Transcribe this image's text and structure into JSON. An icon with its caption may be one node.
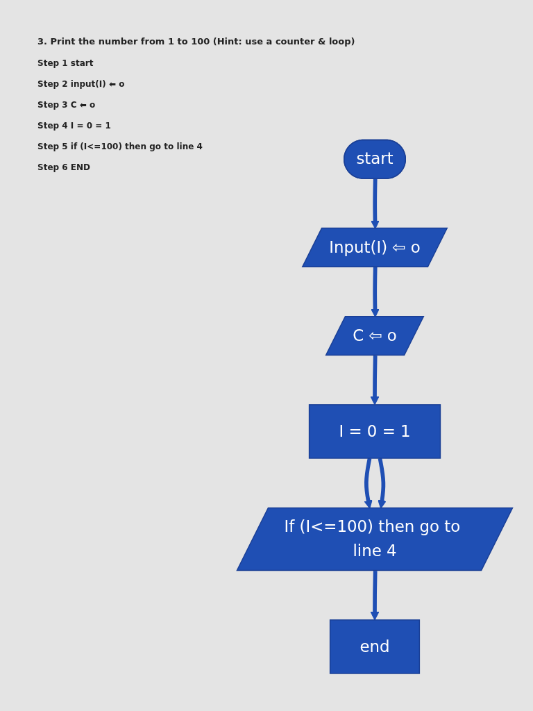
{
  "diagram": {
    "title": "3. Print the number from 1 to 100 (Hint: use a counter & loop)",
    "nodes": [
      {
        "text": [
          "start"
        ]
      },
      {
        "text": [
          "Input(I) ⇦ o"
        ]
      },
      {
        "text": [
          "C ⇦ o"
        ]
      },
      {
        "text": [
          "I = 0 = 1"
        ]
      },
      {
        "text": [
          "If (I<=100) then go to line 4"
        ]
      },
      {
        "text": [
          "end"
        ]
      }
    ],
    "edges": [
      {
        "from": 0,
        "to": 1,
        "arrow": "to"
      },
      {
        "from": 1,
        "to": 2,
        "arrow": "to"
      },
      {
        "from": 2,
        "to": 3,
        "arrow": "to"
      },
      {
        "from": 3,
        "to": 4,
        "arrow": "to"
      },
      {
        "from": 4,
        "to": 5,
        "arrow": "to"
      },
      {
        "from": 3,
        "to": 4,
        "arrow": "to"
      }
    ],
    "labels": [
      "Step 1 start",
      "Step 2 input(I) ⬅ o",
      "Step 3 C ⬅ o",
      "Step 4 I = 0 = 1",
      "Step 5 if (I<=100) then go to line 4",
      "Step 6 END"
    ]
  }
}
